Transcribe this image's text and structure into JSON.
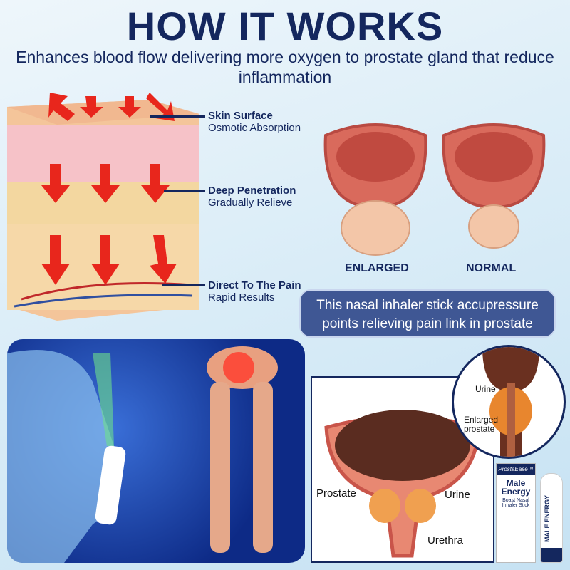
{
  "title": "HOW IT WORKS",
  "subtitle": "Enhances blood flow delivering more oxygen to prostate gland that reduce inflammation",
  "skin_labels": [
    {
      "heading": "Skin Surface",
      "detail": "Osmotic Absorption"
    },
    {
      "heading": "Deep Penetration",
      "detail": "Gradually Relieve"
    },
    {
      "heading": "Direct To The Pain",
      "detail": "Rapid Results"
    }
  ],
  "prostate_captions": {
    "enlarged": "ENLARGED",
    "normal": "NORMAL"
  },
  "callout": "This nasal inhaler stick accupressure points relieving pain link in prostate",
  "diagram": {
    "prostate": "Prostate",
    "urine": "Urine",
    "urethra": "Urethra",
    "inset_urine": "Urine",
    "inset_enlarged": "Enlarged prostate"
  },
  "product": {
    "brand": "ProstaEase™",
    "name": "Male Energy",
    "desc": "Boast Nasal Inhaler Stick",
    "stick_name": "MALE ENERGY"
  },
  "colors": {
    "navy": "#14275e",
    "red": "#e8261c",
    "bubble": "#3f5794"
  }
}
